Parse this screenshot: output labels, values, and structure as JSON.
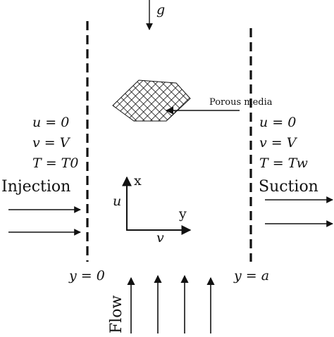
{
  "gravity": {
    "label": "g"
  },
  "porous": {
    "label": "Porous media"
  },
  "left_wall": {
    "conditions": [
      "u = 0",
      "v = V",
      "T = T0"
    ],
    "position_label": "y = 0"
  },
  "right_wall": {
    "conditions": [
      "u = 0",
      "v = V",
      "T = Tw"
    ],
    "position_label": "y = a"
  },
  "injection": {
    "label": "Injection"
  },
  "suction": {
    "label": "Suction"
  },
  "axes": {
    "x_label": "x",
    "y_label": "y",
    "u_label": "u",
    "v_label": "v"
  },
  "flow": {
    "label": "Flow"
  }
}
